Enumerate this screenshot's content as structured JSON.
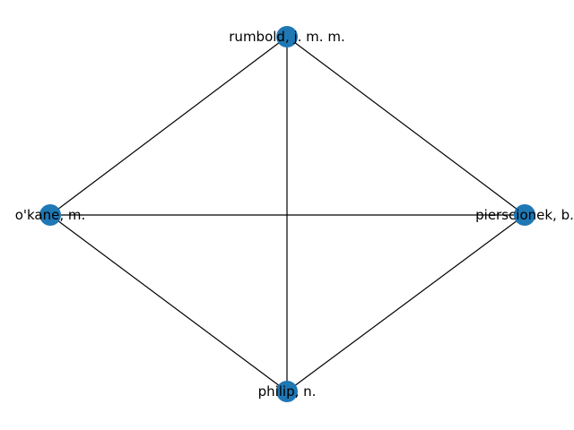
{
  "graph": {
    "node_color": "#1f77b4",
    "edge_color": "#000000",
    "nodes": [
      {
        "id": "rumbold",
        "label": "rumbold, j. m. m."
      },
      {
        "id": "okane",
        "label": "o'kane, m."
      },
      {
        "id": "pierscionek",
        "label": "pierscionek, b."
      },
      {
        "id": "philip",
        "label": "philip, n."
      }
    ],
    "edges": [
      {
        "source": "rumbold",
        "target": "okane"
      },
      {
        "source": "rumbold",
        "target": "pierscionek"
      },
      {
        "source": "rumbold",
        "target": "philip"
      },
      {
        "source": "okane",
        "target": "pierscionek"
      },
      {
        "source": "okane",
        "target": "philip"
      },
      {
        "source": "pierscionek",
        "target": "philip"
      }
    ]
  }
}
